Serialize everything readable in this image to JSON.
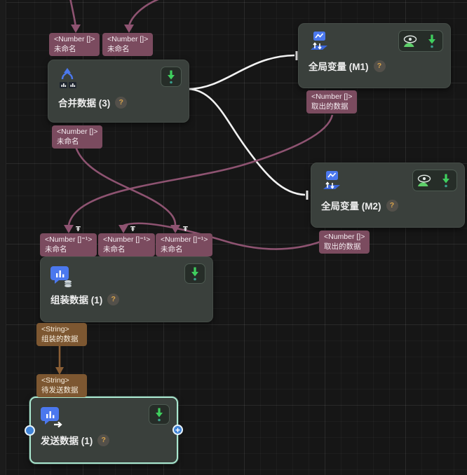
{
  "nodes": {
    "merge": {
      "title": "合并数据 (3)",
      "help": "?"
    },
    "m1": {
      "title": "全局变量 (M1)",
      "help": "?"
    },
    "m2": {
      "title": "全局变量 (M2)",
      "help": "?"
    },
    "assemble": {
      "title": "组装数据 (1)",
      "help": "?"
    },
    "send": {
      "title": "发送数据 (1)",
      "help": "?"
    }
  },
  "ports": {
    "merge_in_1": {
      "type": "<Number []>",
      "name": "未命名"
    },
    "merge_in_2": {
      "type": "<Number []>",
      "name": "未命名"
    },
    "merge_out": {
      "type": "<Number []>",
      "name": "未命名"
    },
    "m1_out": {
      "type": "<Number []>",
      "name": "取出的数据"
    },
    "m2_out": {
      "type": "<Number []>",
      "name": "取出的数据"
    },
    "asm_in_1": {
      "type": "<Number []⁼¹>",
      "name": "未命名"
    },
    "asm_in_2": {
      "type": "<Number []⁼¹>",
      "name": "未命名"
    },
    "asm_in_3": {
      "type": "<Number []⁼¹>",
      "name": "未命名"
    },
    "asm_out": {
      "type": "<String>",
      "name": "组装的数据"
    },
    "send_in": {
      "type": "<String>",
      "name": "待发送数据"
    }
  },
  "glyphs": {
    "port_marker": "Ŧ",
    "plus": "+"
  },
  "colors": {
    "canvas_bg": "#161616",
    "node_bg": "#3a403c",
    "port_pink": "#7b4b5f",
    "port_brown": "#7d5731",
    "wire_pink": "#8e5371",
    "wire_white": "#f2f2f2",
    "wire_brown": "#8a5e35",
    "icon_blue": "#4b78ee",
    "accent_green": "#3fcf5e",
    "eye_mound_green": "#5ecf6a",
    "help_orange": "#d9a44a",
    "selection_mint": "#a9e7cf",
    "handle_blue": "#3f83d6"
  }
}
